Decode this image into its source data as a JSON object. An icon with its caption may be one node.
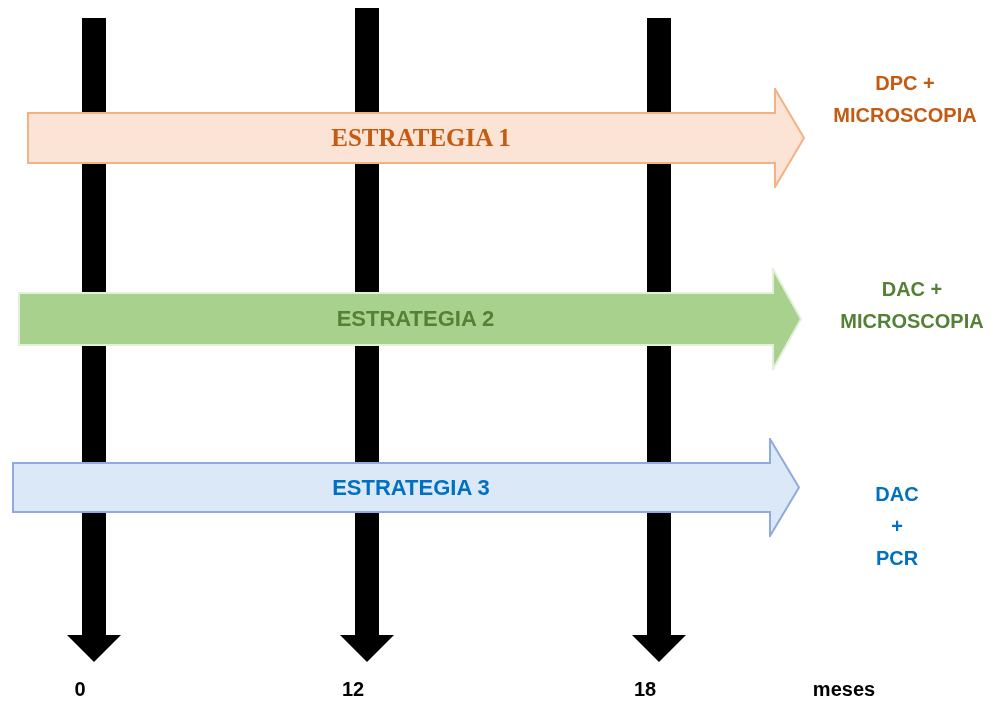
{
  "diagram": {
    "nodes": [
      {
        "text": [
          "ESTRATEGIA 1"
        ],
        "beside": [
          "DPC + MICROSCOPIA"
        ]
      },
      {
        "text": [
          "ESTRATEGIA 2"
        ],
        "beside": [
          "DAC + MICROSCOPIA"
        ]
      },
      {
        "text": [
          "ESTRATEGIA 3"
        ],
        "beside": [
          "DAC + PCR"
        ]
      }
    ],
    "edges": [],
    "labels": [
      "0",
      "12",
      "18",
      "meses"
    ]
  }
}
